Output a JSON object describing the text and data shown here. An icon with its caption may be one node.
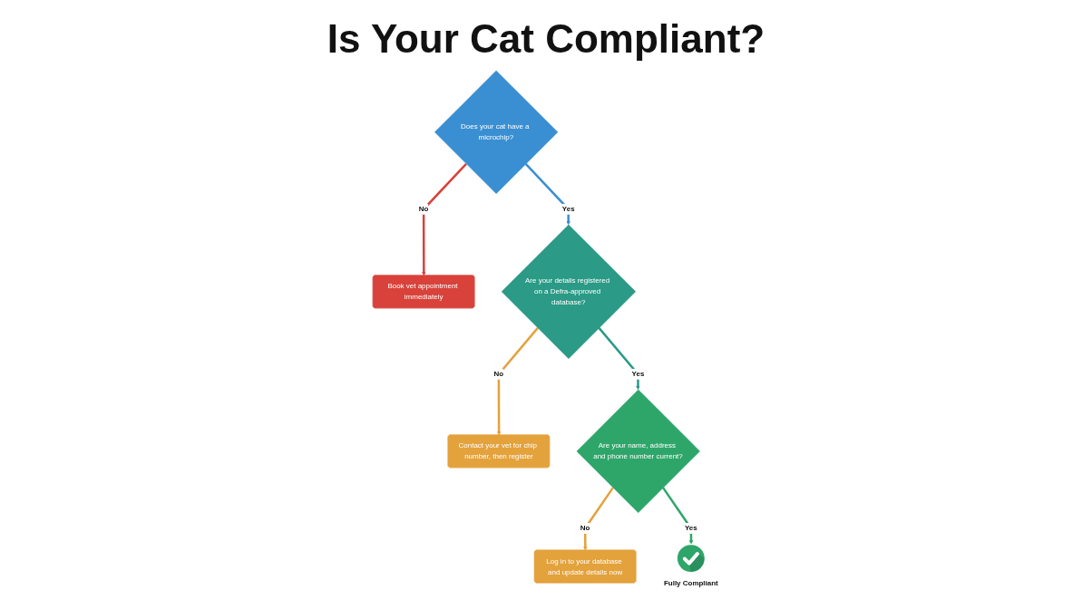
{
  "diagram": {
    "title": "Is Your Cat Compliant?",
    "nodes": [
      {
        "text": [
          "Does your cat have a microchip?"
        ]
      },
      {
        "text": [
          "Book vet appointment immediately"
        ]
      },
      {
        "text": [
          "Are your details registered on a Defra-approved database?"
        ]
      },
      {
        "text": [
          "Contact your vet for chip number, then register"
        ]
      },
      {
        "text": [
          "Are your name, address and phone number current?"
        ]
      },
      {
        "text": [
          "Log in to your database and update details now"
        ]
      },
      {
        "text": [
          "Fully Compliant"
        ]
      }
    ],
    "edges": [
      {
        "from": 0,
        "to": 1,
        "arrow": "to",
        "label": "No",
        "color": "#d8423a"
      },
      {
        "from": 0,
        "to": 2,
        "arrow": "to",
        "label": "Yes",
        "color": "#3a8fd2"
      },
      {
        "from": 2,
        "to": 3,
        "arrow": "to",
        "label": "No",
        "color": "#e3a23c"
      },
      {
        "from": 2,
        "to": 4,
        "arrow": "to",
        "label": "Yes",
        "color": "#2b9a86"
      },
      {
        "from": 4,
        "to": 5,
        "arrow": "to",
        "label": "No",
        "color": "#e3a23c"
      },
      {
        "from": 4,
        "to": 6,
        "arrow": "to",
        "label": "Yes",
        "color": "#2ea66a"
      }
    ]
  }
}
